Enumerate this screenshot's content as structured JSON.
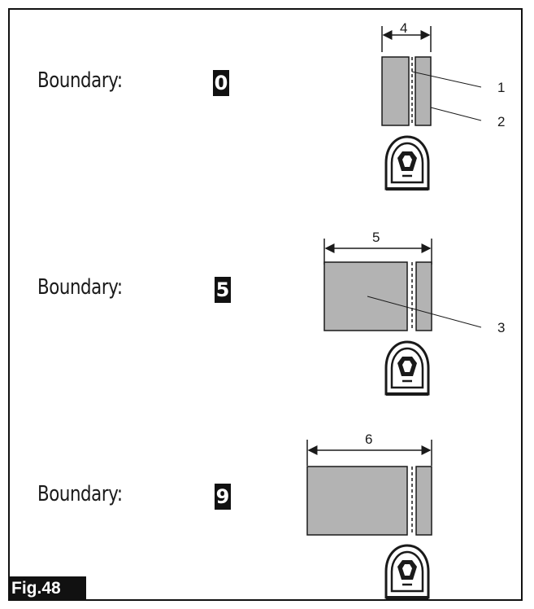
{
  "rows": [
    {
      "label": "Boundary:",
      "value": "0",
      "dimension_callout": "4"
    },
    {
      "label": "Boundary:",
      "value": "5",
      "dimension_callout": "5"
    },
    {
      "label": "Boundary:",
      "value": "9",
      "dimension_callout": "6"
    }
  ],
  "callouts": {
    "wire": "1",
    "edge": "2",
    "offset_area": "3"
  },
  "figure_label": "Fig.48",
  "icons": {
    "robot": "robot-mower-icon"
  },
  "colors": {
    "fill": "#b3b3b3",
    "ink": "#1a1a1a",
    "badge": "#111111"
  }
}
